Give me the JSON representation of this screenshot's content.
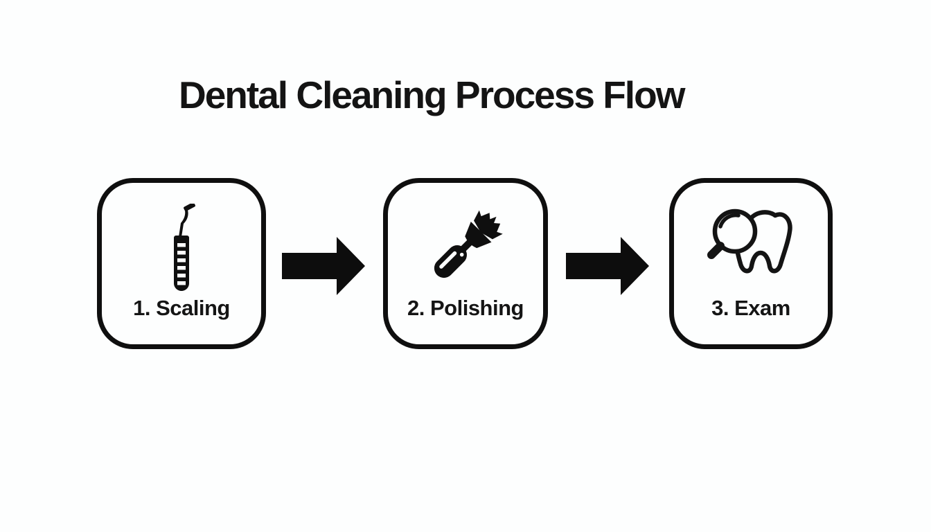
{
  "header": {
    "title": "Dental Cleaning Process Flow"
  },
  "diagram": {
    "type": "process-flow",
    "direction": "left-to-right",
    "steps": [
      {
        "order": 1,
        "label": "1. Scaling",
        "icon": "dental-scaler-icon"
      },
      {
        "order": 2,
        "label": "2. Polishing",
        "icon": "polishing-brush-icon"
      },
      {
        "order": 3,
        "label": "3. Exam",
        "icon": "magnifier-tooth-icon"
      }
    ],
    "connectors": [
      {
        "from": 1,
        "to": 2,
        "icon": "arrow-right-icon"
      },
      {
        "from": 2,
        "to": 3,
        "icon": "arrow-right-icon"
      }
    ],
    "colors": {
      "ink": "#0f0f0f",
      "background": "#fdfefe"
    }
  }
}
